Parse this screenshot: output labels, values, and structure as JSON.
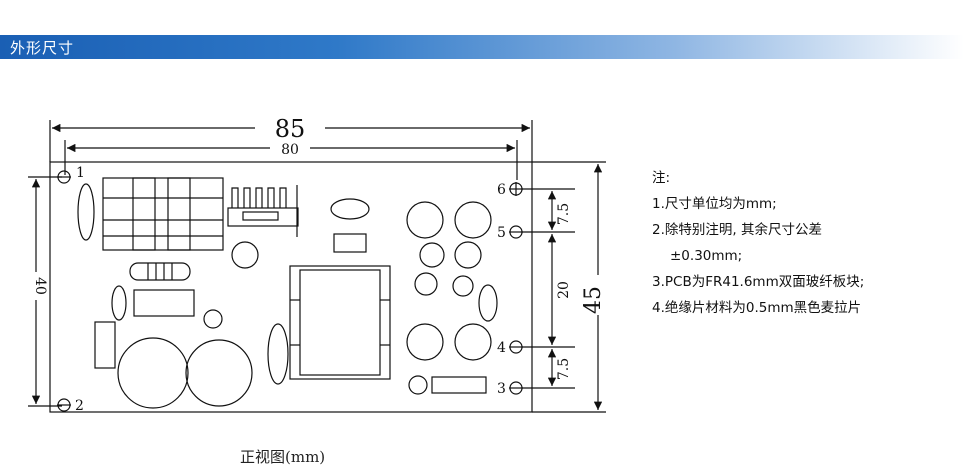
{
  "header": {
    "title": "外形尺寸"
  },
  "drawing": {
    "dim_overall_width": "85",
    "dim_hole_width": "80",
    "dim_hole_height": "40",
    "dim_overall_height": "45",
    "dim_spacing_top": "7.5",
    "dim_spacing_mid": "20",
    "dim_spacing_bottom": "7.5",
    "pin_labels": [
      "1",
      "2",
      "3",
      "4",
      "5",
      "6"
    ]
  },
  "notes": {
    "title": "注:",
    "lines": [
      "1.尺寸单位均为mm;",
      "2.除特别注明, 其余尺寸公差",
      "±0.30mm;",
      "3.PCB为FR41.6mm双面玻纤板块;",
      "4.绝缘片材料为0.5mm黑色麦拉片"
    ]
  },
  "caption": "正视图(mm)"
}
